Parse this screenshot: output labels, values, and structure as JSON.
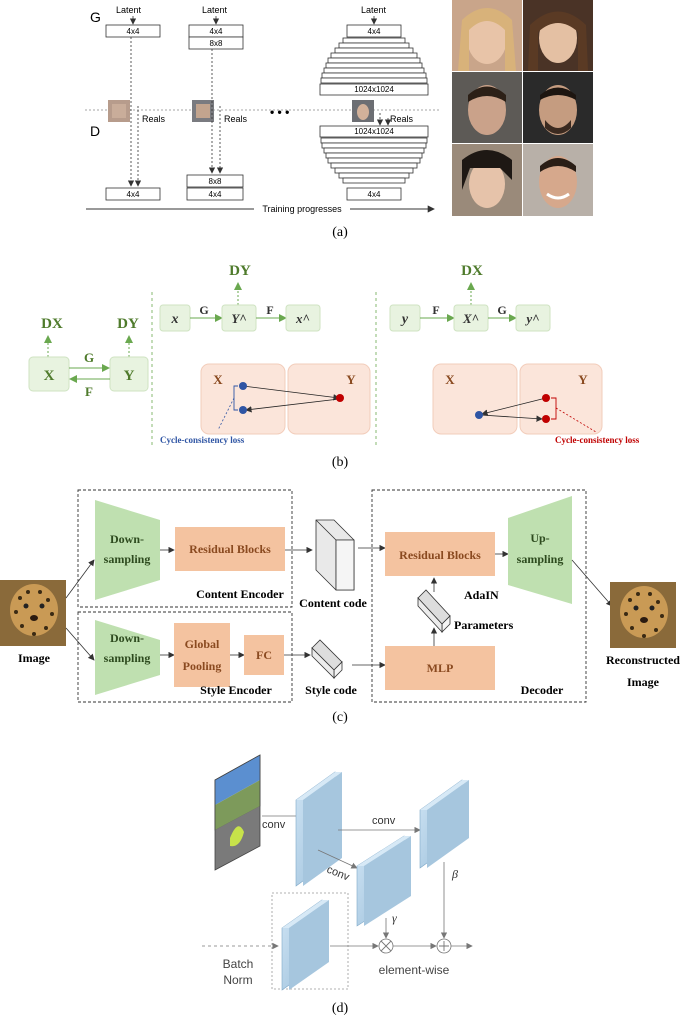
{
  "panel_a": {
    "g_label": "G",
    "d_label": "D",
    "latent": "Latent",
    "reals": "Reals",
    "res_4": "4x4",
    "res_8": "8x8",
    "res_1024": "1024x1024",
    "ellipsis": "• • •",
    "training": "Training progresses",
    "caption": "(a)"
  },
  "panel_b": {
    "dx": "DX",
    "dy": "DY",
    "X": "X",
    "Y": "Y",
    "G": "G",
    "F": "F",
    "x": "x",
    "y": "y",
    "Y_hat": "Y^",
    "x_hat": "x^",
    "X_hat": "X^",
    "y_hat": "y^",
    "cycle_loss": "Cycle-consistency loss",
    "caption": "(b)"
  },
  "panel_c": {
    "down_1": "Down-",
    "down_2": "sampling",
    "residual": "Residual Blocks",
    "global_1": "Global",
    "global_2": "Pooling",
    "fc": "FC",
    "content_encoder": "Content Encoder",
    "style_encoder": "Style Encoder",
    "content_code": "Content code",
    "style_code": "Style code",
    "adain": "AdaIN",
    "parameters": "Parameters",
    "mlp": "MLP",
    "up_1": "Up-",
    "up_2": "sampling",
    "decoder": "Decoder",
    "image": "Image",
    "recon_1": "Reconstructed",
    "recon_2": "Image",
    "caption": "(c)"
  },
  "panel_d": {
    "conv": "conv",
    "gamma": "γ",
    "beta": "β",
    "batch_1": "Batch",
    "batch_2": "Norm",
    "element_wise": "element-wise",
    "caption": "(d)"
  },
  "colors": {
    "green_box": "#e8f3e0",
    "green_text": "#4f7b2c",
    "peach": "#f4c3a0",
    "peach_text": "#8a4a20",
    "pink_region": "#fbe5da",
    "trap_green": "#bfe0b0",
    "blue_block": "#b8d6ec",
    "red_dot": "#c00000",
    "blue_dot": "#2f55a4"
  }
}
